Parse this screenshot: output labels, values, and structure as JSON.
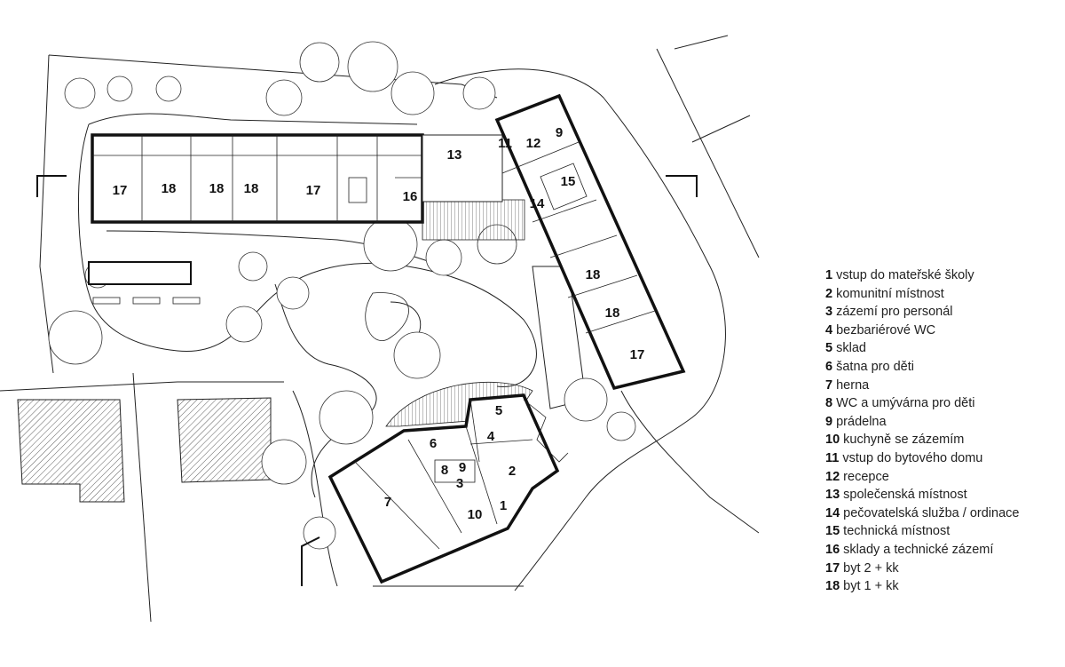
{
  "plan": {
    "rooms": {
      "r1": "1",
      "r2": "2",
      "r3": "3",
      "r4": "4",
      "r5": "5",
      "r6": "6",
      "r7": "7",
      "r8": "8",
      "r9a": "9",
      "r9b": "9",
      "r10": "10",
      "r11": "11",
      "r12": "12",
      "r13": "13",
      "r14": "14",
      "r15": "15",
      "r16": "16",
      "r17a": "17",
      "r17b": "17",
      "r17c": "17",
      "r18a": "18",
      "r18b": "18",
      "r18c": "18",
      "r18d": "18",
      "r18e": "18"
    }
  },
  "legend": [
    {
      "num": "1",
      "text": "vstup do mateřské školy"
    },
    {
      "num": "2",
      "text": "komunitní místnost"
    },
    {
      "num": "3",
      "text": "zázemí pro personál"
    },
    {
      "num": "4",
      "text": "bezbariérové WC"
    },
    {
      "num": "5",
      "text": "sklad"
    },
    {
      "num": "6",
      "text": "šatna pro děti"
    },
    {
      "num": "7",
      "text": "herna"
    },
    {
      "num": "8",
      "text": "WC a umývárna pro děti"
    },
    {
      "num": "9",
      "text": "prádelna"
    },
    {
      "num": "10",
      "text": "kuchyně se zázemím"
    },
    {
      "num": "11",
      "text": "vstup do bytového domu"
    },
    {
      "num": "12",
      "text": "recepce"
    },
    {
      "num": "13",
      "text": "společenská místnost"
    },
    {
      "num": "14",
      "text": "pečovatelská služba / ordinace"
    },
    {
      "num": "15",
      "text": "technická místnost"
    },
    {
      "num": "16",
      "text": "sklady a technické zázemí"
    },
    {
      "num": "17",
      "text": "byt 2 + kk"
    },
    {
      "num": "18",
      "text": "byt 1 + kk"
    }
  ]
}
